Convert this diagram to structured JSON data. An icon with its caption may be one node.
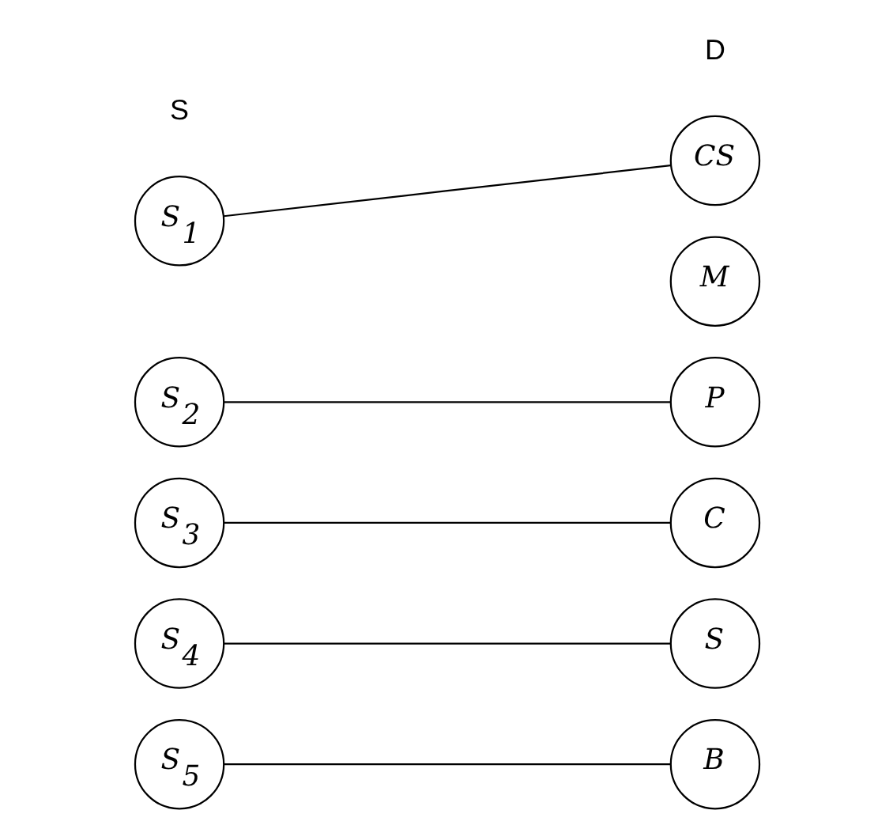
{
  "diagram": {
    "nodes": [
      {
        "text": [
          "S$_{1}$"
        ]
      },
      {
        "text": [
          "S$_{2}$"
        ]
      },
      {
        "text": [
          "S$_{3}$"
        ]
      },
      {
        "text": [
          "S$_{4}$"
        ]
      },
      {
        "text": [
          "S$_{5}$"
        ]
      },
      {
        "text": [
          "CS"
        ]
      },
      {
        "text": [
          "M"
        ]
      },
      {
        "text": [
          "P"
        ]
      },
      {
        "text": [
          "C"
        ]
      },
      {
        "text": [
          "S"
        ]
      },
      {
        "text": [
          "B"
        ]
      }
    ],
    "edges": [
      {
        "from": 0,
        "to": 5,
        "arrow": "none"
      },
      {
        "from": 1,
        "to": 7,
        "arrow": "none"
      },
      {
        "from": 2,
        "to": 8,
        "arrow": "none"
      },
      {
        "from": 3,
        "to": 9,
        "arrow": "none"
      },
      {
        "from": 4,
        "to": 10,
        "arrow": "none"
      }
    ],
    "labels": [
      "S",
      "D"
    ]
  }
}
